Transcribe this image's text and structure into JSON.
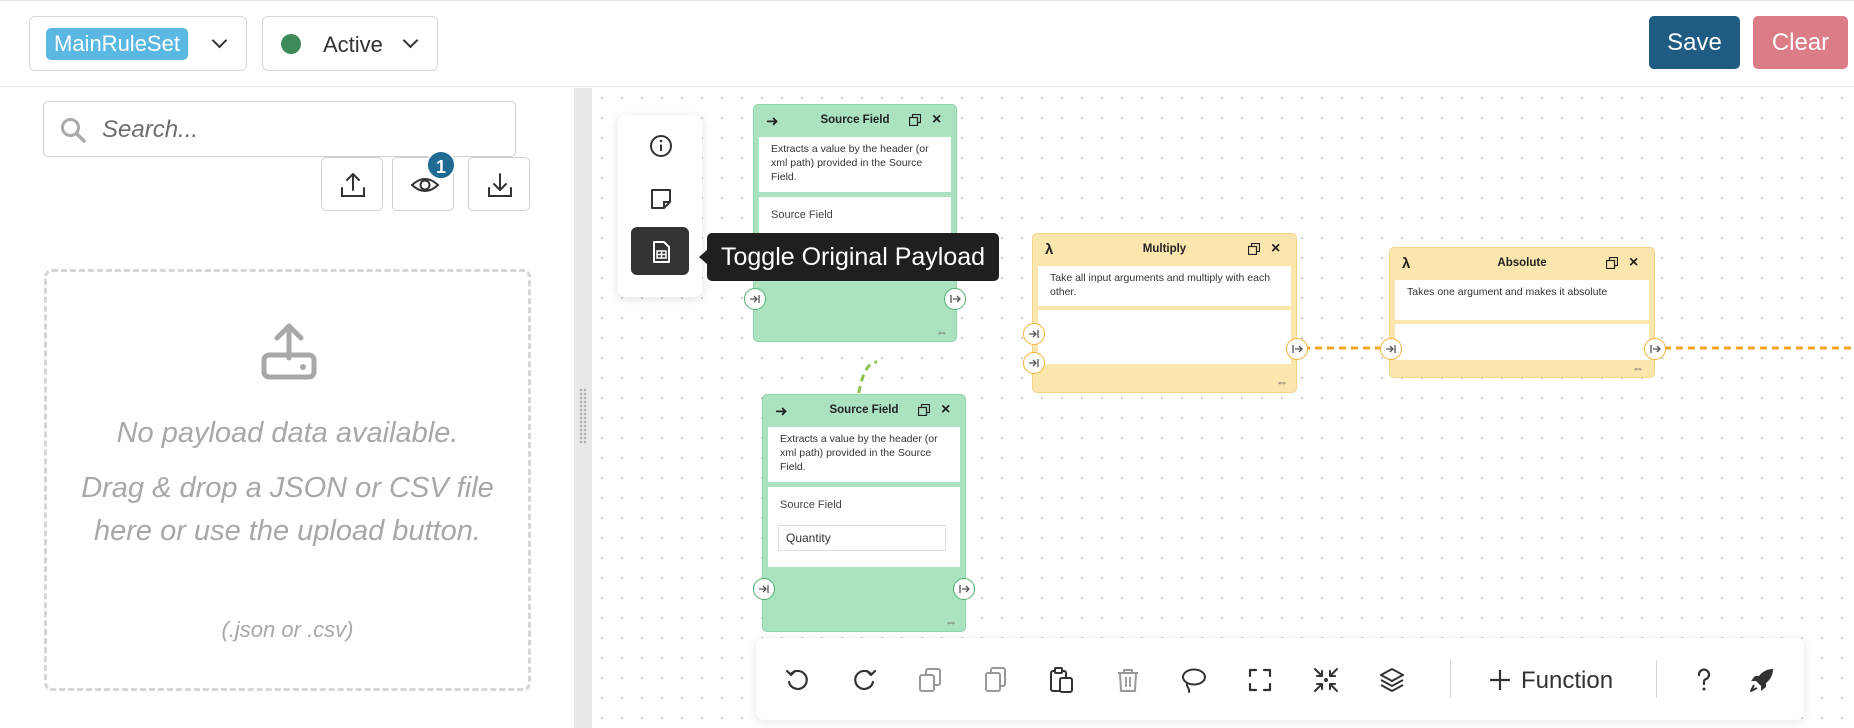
{
  "header": {
    "ruleset": "MainRuleSet",
    "status": "Active",
    "status_color": "#3e8a5a",
    "save_label": "Save",
    "clear_label": "Clear"
  },
  "sidebar": {
    "search_placeholder": "Search...",
    "preview_badge": "1",
    "tools": [
      "upload-icon",
      "eye-icon",
      "download-icon"
    ],
    "dropzone": {
      "title": "No payload data available.",
      "text": "Drag & drop a JSON or CSV file here or use the upload button.",
      "extensions": "(.json or .csv)"
    }
  },
  "canvas": {
    "side_panel": [
      "info-icon",
      "sticky-note-icon",
      "table-icon"
    ],
    "tooltip": "Toggle Original Payload",
    "nodes": [
      {
        "type": "source",
        "title": "Source Field",
        "description": "Extracts a value by the header (or xml path) provided in the Source Field.",
        "field_label": "Source Field",
        "field_value": ""
      },
      {
        "type": "function",
        "title": "Multiply",
        "description": "Take all input arguments and multiply with each other."
      },
      {
        "type": "function",
        "title": "Absolute",
        "description": "Takes one argument and makes it absolute"
      },
      {
        "type": "source",
        "title": "Source Field",
        "description": "Extracts a value by the header (or xml path) provided in the Source Field.",
        "field_label": "Source Field",
        "field_value": "Quantity"
      }
    ],
    "colors": {
      "source_node": "#abe3c0",
      "function_node": "#fbe6ae",
      "green_edge": "#8bc34a",
      "orange_edge": "#f5a623"
    }
  },
  "toolbar": {
    "function_label": "Function",
    "buttons": [
      "undo-icon",
      "redo-icon",
      "copy-icon",
      "duplicate-icon",
      "paste-icon",
      "delete-icon",
      "lasso-icon",
      "fit-view-icon",
      "collapse-icon",
      "layers-icon",
      "help-icon",
      "deploy-icon"
    ]
  }
}
